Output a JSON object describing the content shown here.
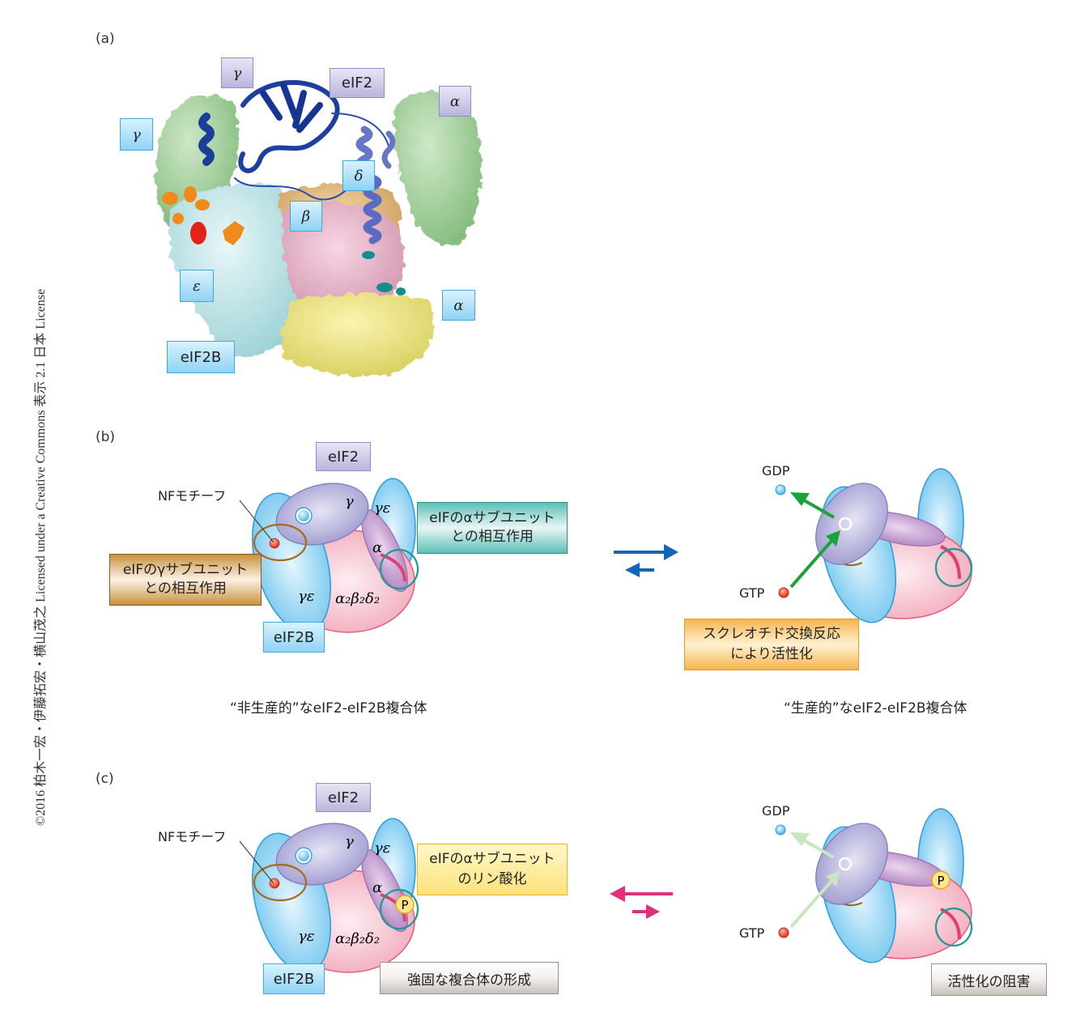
{
  "credit": "©2016 柏木一宏・伊藤拓宏・横山茂之 Licensed under a Creative Commons 表示 2.1 日本 License",
  "panel_a": {
    "label": "(a)",
    "labels": {
      "eif2_gamma": "γ",
      "eif2": "eIF2",
      "eif2_alpha": "α",
      "eif2b_gamma": "γ",
      "eif2b_delta": "δ",
      "eif2b_beta": "β",
      "eif2b_epsilon": "ε",
      "eif2b_alpha": "α",
      "eif2b": "eIF2B"
    }
  },
  "panel_b": {
    "label": "(b)",
    "left": {
      "eif2_label": "eIF2",
      "eif2b_label": "eIF2B",
      "nf_motif": "NFモチーフ",
      "gamma": "γ",
      "gamma_epsilon_top": "γε",
      "alpha": "α",
      "gamma_epsilon_bottom": "γε",
      "core": "α₂β₂δ₂",
      "gamma_interaction": [
        "eIFのγサブユニット",
        "との相互作用"
      ],
      "alpha_interaction": [
        "eIFのαサブユニット",
        "との相互作用"
      ],
      "caption": "“非生産的”なeIF2-eIF2B複合体"
    },
    "equilibrium": "forward-favored",
    "right": {
      "gdp": "GDP",
      "gtp": "GTP",
      "activation": [
        "スクレオチド交換反応",
        "により活性化"
      ],
      "caption": "“生産的”なeIF2-eIF2B複合体"
    }
  },
  "panel_c": {
    "label": "(c)",
    "left": {
      "eif2_label": "eIF2",
      "eif2b_label": "eIF2B",
      "nf_motif": "NFモチーフ",
      "gamma": "γ",
      "gamma_epsilon_top": "γε",
      "alpha": "α",
      "gamma_epsilon_bottom": "γε",
      "core": "α₂β₂δ₂",
      "phospho": "P",
      "phosphorylation": [
        "eIFのαサブユニット",
        "のリン酸化"
      ],
      "strong_complex": "強固な複合体の形成"
    },
    "equilibrium": "reverse-favored",
    "right": {
      "gdp": "GDP",
      "gtp": "GTP",
      "phospho": "P",
      "inhibition": "活性化の阻害"
    }
  },
  "colors": {
    "eif2_gamma": "#a9a6d6",
    "eif2_alpha": "#b98fc6",
    "eif2b_gamma_epsilon": "#74c6ee",
    "eif2b_core": "#f3b6c2",
    "teal_circle": "#1f9a93",
    "brown_circle": "#a86a1a",
    "arrow_blue": "#1565b7",
    "arrow_magenta": "#e0307c",
    "arrow_green": "#1aa339",
    "arrow_pale_green": "#c8e6c0"
  }
}
